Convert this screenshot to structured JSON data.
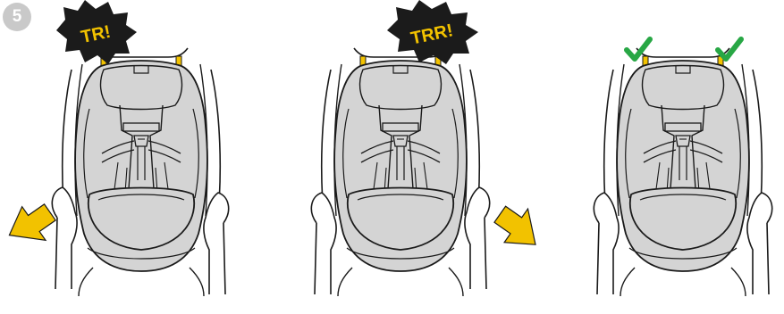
{
  "step_number": "5",
  "panels": [
    {
      "sound_text": "TR!",
      "push_arrow": "left",
      "check_count": 0
    },
    {
      "sound_text": "TRR!",
      "push_arrow": "right",
      "check_count": 0
    },
    {
      "sound_text": "",
      "push_arrow": "none",
      "check_count": 2
    }
  ],
  "colors": {
    "seat_fill": "#d4d4d4",
    "outline": "#1a1a1a",
    "arrow_yellow": "#f2c200",
    "burst_black": "#1b1b1b",
    "burst_text": "#f2c200",
    "check_green": "#28a745",
    "anchor_yellow": "#f2c200",
    "badge_gray": "#c9c9c9"
  },
  "icons": [
    "push-arrow-icon",
    "check-icon",
    "sound-burst-icon"
  ]
}
